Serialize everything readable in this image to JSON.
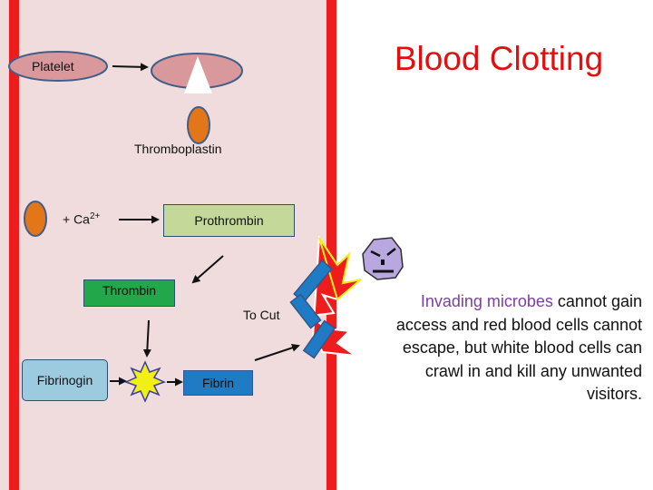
{
  "title": "Blood Clotting",
  "labels": {
    "platelet": "Platelet",
    "thromboplastin": "Thromboplastin",
    "calcium_prefix": "+ Ca",
    "calcium_superscript": "2+",
    "prothrombin": "Prothrombin",
    "thrombin": "Thrombin",
    "to_cut": "To Cut",
    "fibrinogin": "Fibrinogin",
    "fibrin": "Fibrin"
  },
  "description": {
    "highlight": "Invading microbes",
    "text": " cannot gain access and red blood cells cannot escape, but white blood cells can crawl in and kill any unwanted visitors."
  },
  "colors": {
    "vessel_wall": "#ee1c1c",
    "vessel_interior": "#f0dcdc",
    "title": "#e01010",
    "platelet_fill": "#d9999c",
    "thromboplastin_fill": "#e4761a",
    "prothrombin_fill": "#c4d89a",
    "thrombin_fill": "#22a84a",
    "fibrinogin_fill": "#9ccbe0",
    "fibrin_fill": "#1f7bc4",
    "highlight": "#7a3fa0",
    "microbe_fill": "#b9a7e0"
  }
}
